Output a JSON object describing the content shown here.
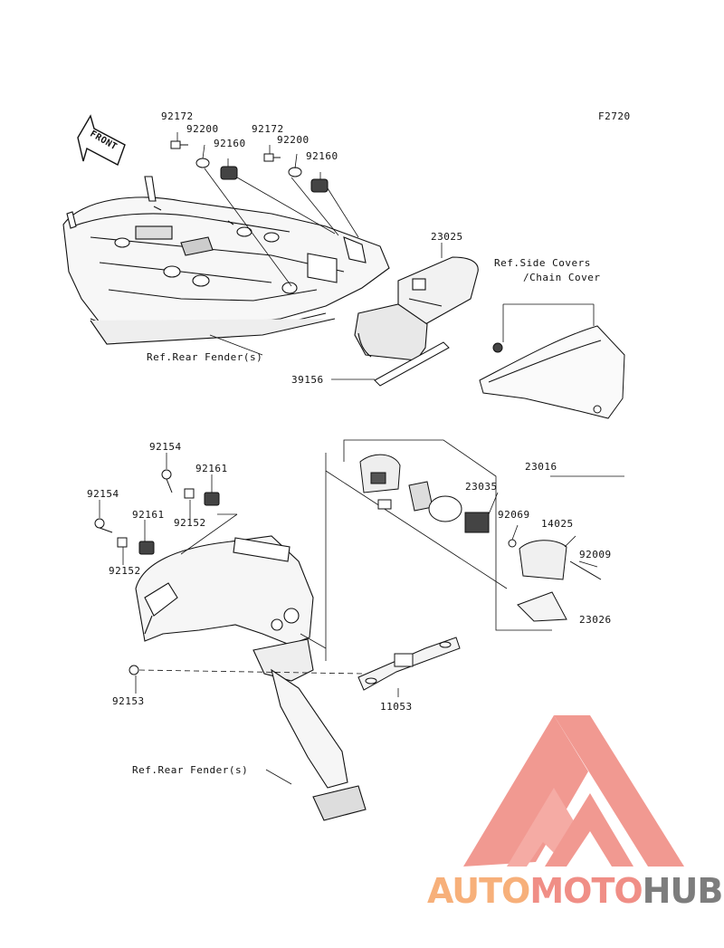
{
  "diagram_code": "F2720",
  "front_label": "FRONT",
  "parts": {
    "p92172a": "92172",
    "p92200a": "92200",
    "p92160a": "92160",
    "p92172b": "92172",
    "p92200b": "92200",
    "p92160b": "92160",
    "p23025": "23025",
    "p39156": "39156",
    "p92154a": "92154",
    "p92161a": "92161",
    "p92154b": "92154",
    "p92161b": "92161",
    "p92152a": "92152",
    "p92152b": "92152",
    "p92153": "92153",
    "p11053": "11053",
    "p23016": "23016",
    "p23035": "23035",
    "p92069": "92069",
    "p14025": "14025",
    "p92009": "92009",
    "p23026": "23026"
  },
  "refs": {
    "side_covers_1": "Ref.Side Covers",
    "side_covers_2": "/Chain Cover",
    "rear_fender_top": "Ref.Rear Fender(s)",
    "rear_fender_bottom": "Ref.Rear Fender(s)"
  },
  "watermark": {
    "part1": "AUTO",
    "part2": "MOTO",
    "part3": "HUB",
    "colors": {
      "auto": "#f7b07a",
      "moto": "#f08e86",
      "hub": "#7d7d7d",
      "logo": "#f08e86"
    }
  }
}
